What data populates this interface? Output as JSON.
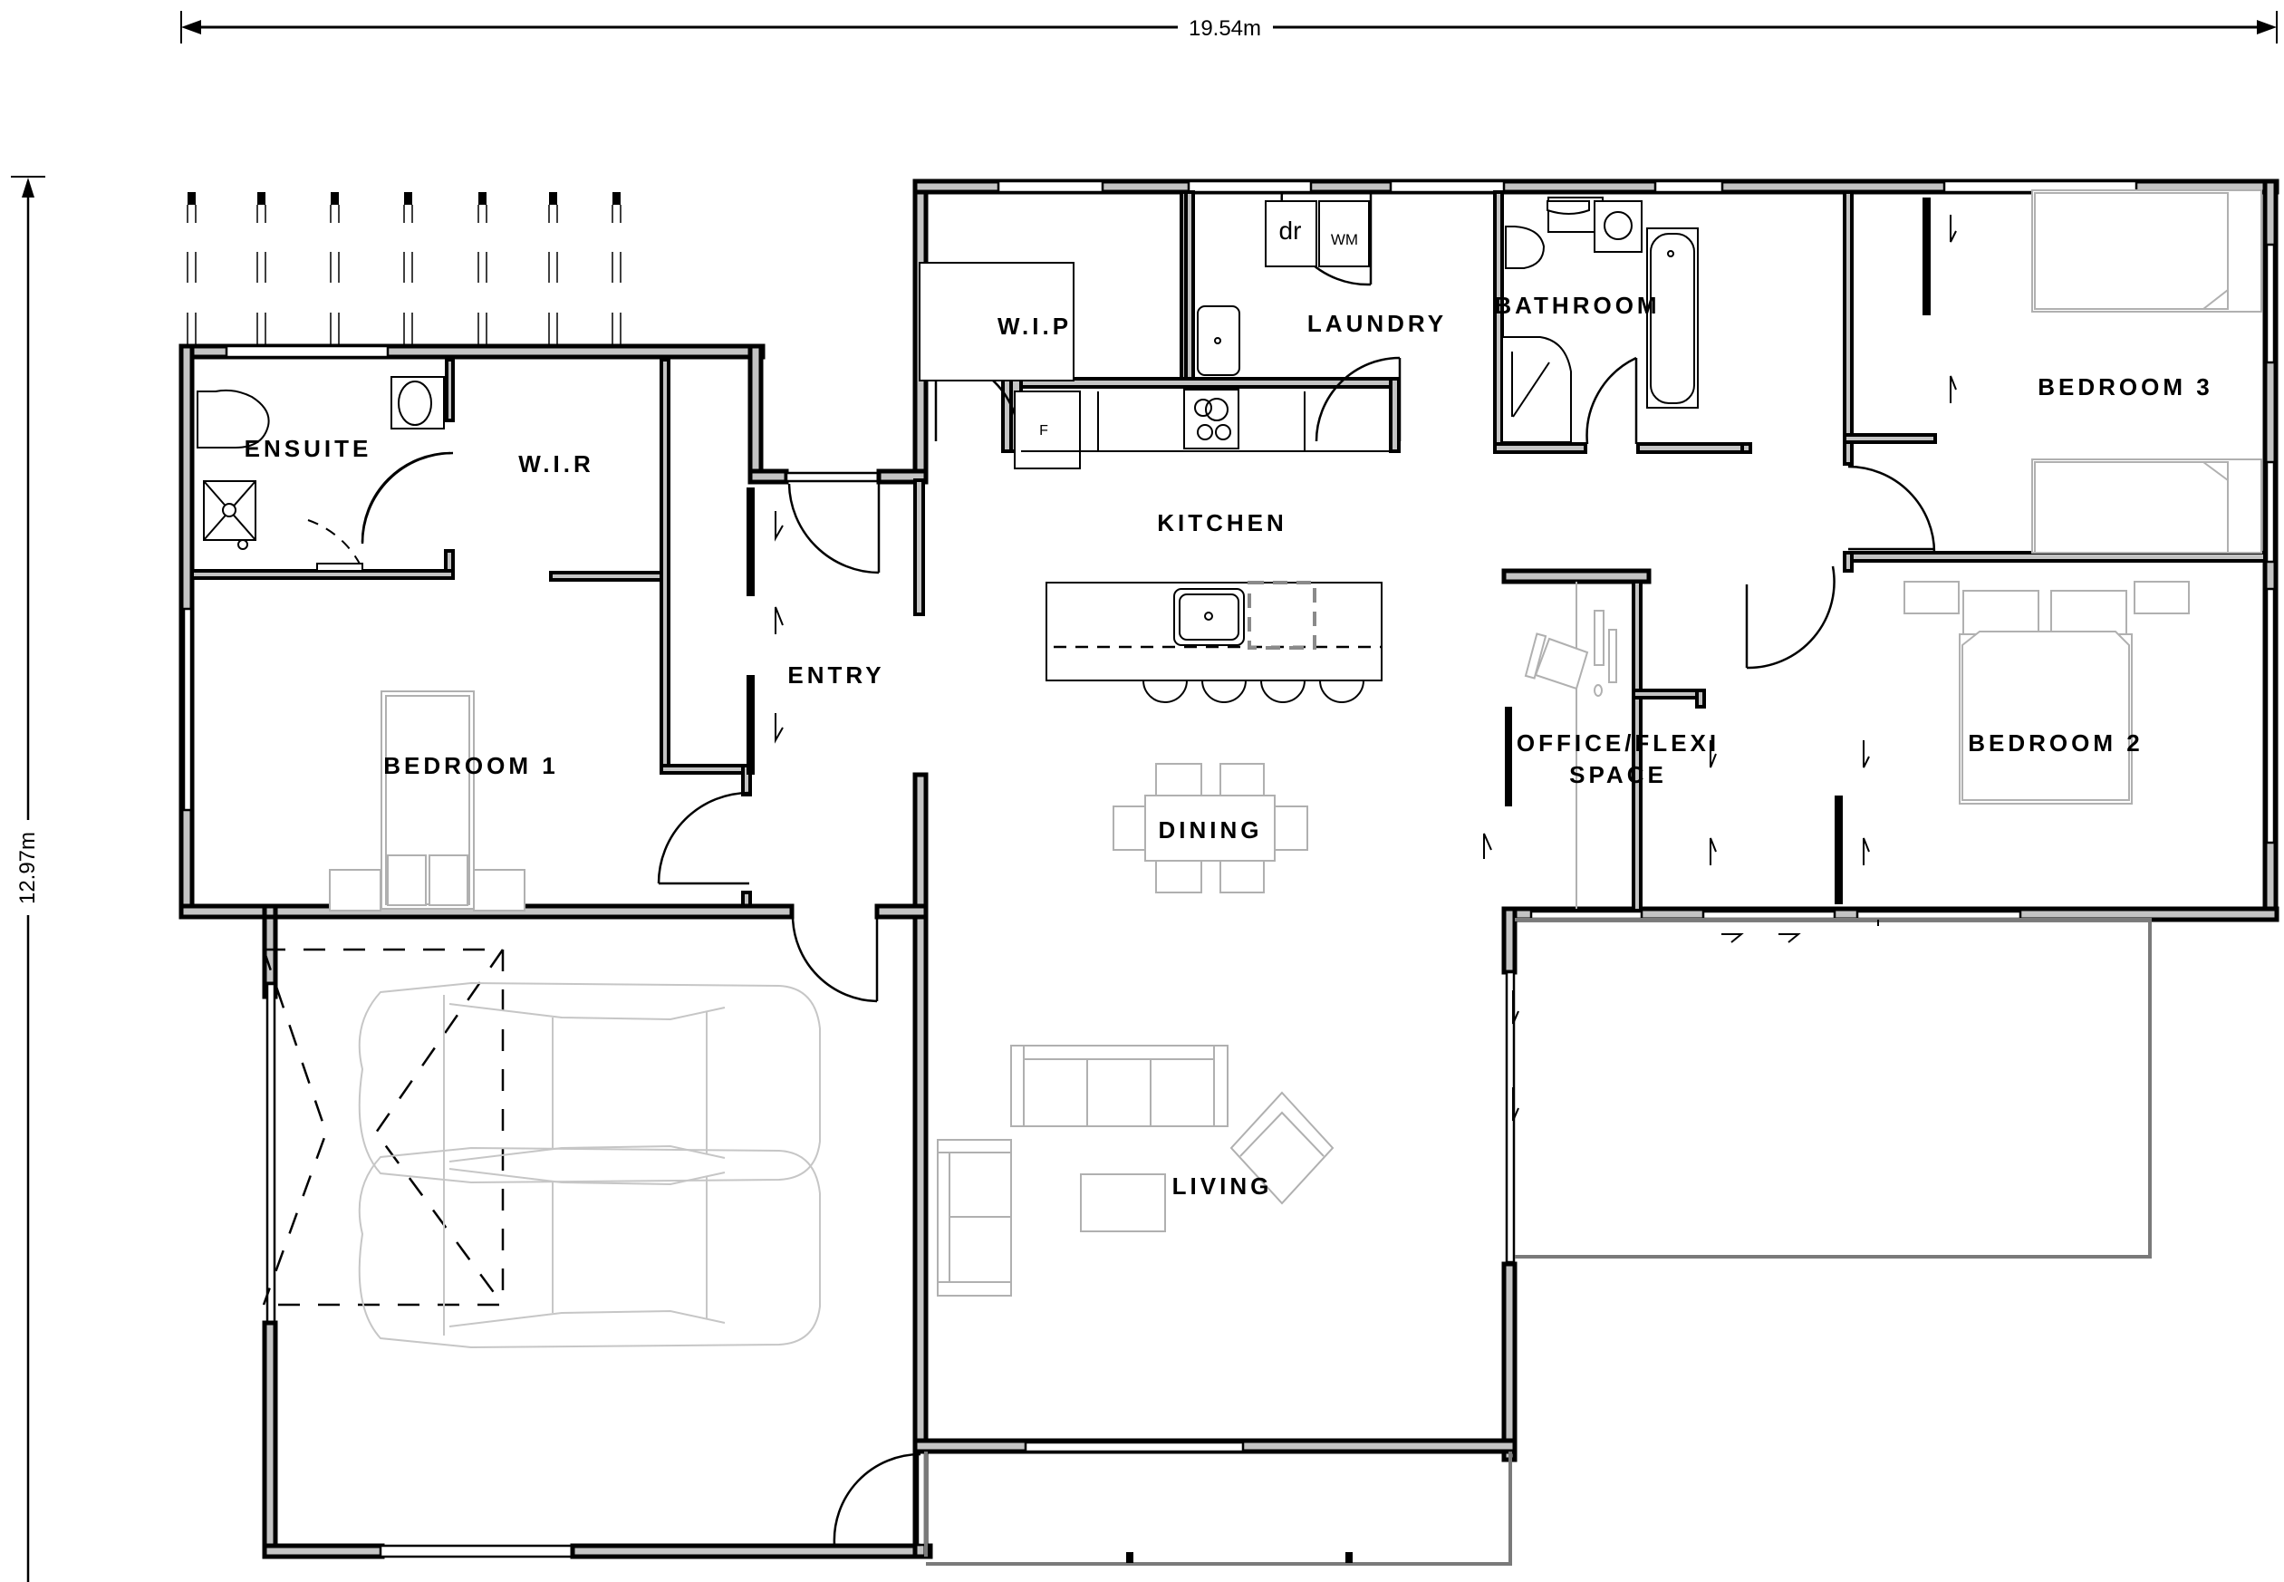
{
  "dimensions": {
    "width_label": "19.54m",
    "depth_label": "12.97m"
  },
  "rooms": {
    "ensuite": "ENSUITE",
    "wir": "W.I.R",
    "bedroom1": "BEDROOM 1",
    "entry": "ENTRY",
    "wip": "W.I.P",
    "laundry": "LAUNDRY",
    "bathroom": "BATHROOM",
    "bedroom3": "BEDROOM 3",
    "kitchen": "KITCHEN",
    "dining": "DINING",
    "office_line1": "OFFICE/FLEXI",
    "office_line2": "SPACE",
    "bedroom2": "BEDROOM 2",
    "living": "LIVING"
  },
  "appliances": {
    "dryer": "dr",
    "washing_machine": "WM",
    "fridge": "F"
  },
  "colors": {
    "wall_fill": "#c4c4c4",
    "wall_outline": "#000000",
    "furniture": "#b0b0b0",
    "porch_outline": "#7a7a7a"
  }
}
